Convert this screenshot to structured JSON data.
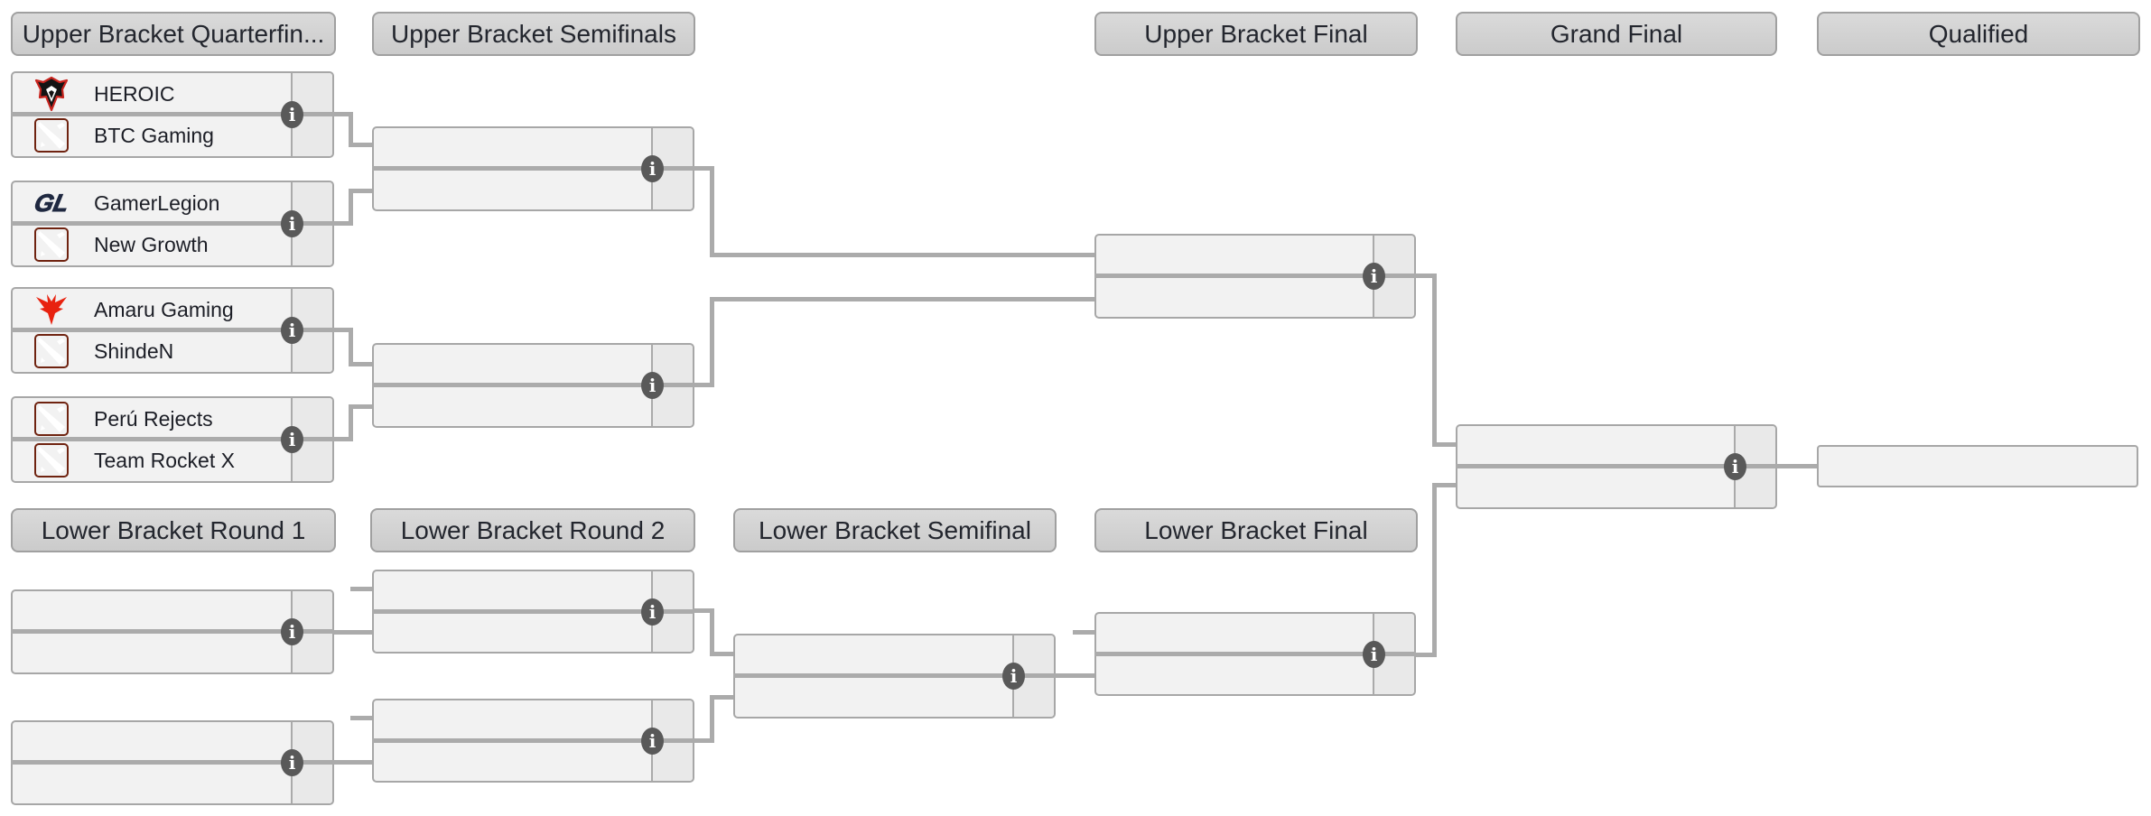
{
  "headers": {
    "ub_quarterfinals": "Upper Bracket Quarterfin...",
    "ub_semifinals": "Upper Bracket Semifinals",
    "ub_final": "Upper Bracket Final",
    "grand_final": "Grand Final",
    "qualified": "Qualified",
    "lb_round1": "Lower Bracket Round 1",
    "lb_round2": "Lower Bracket Round 2",
    "lb_semifinal": "Lower Bracket Semifinal",
    "lb_final": "Lower Bracket Final"
  },
  "matches": {
    "ub_qf1": {
      "teams": [
        {
          "name": "HEROIC",
          "icon": "heroic-logo"
        },
        {
          "name": "BTC Gaming",
          "icon": "dota2-logo"
        }
      ]
    },
    "ub_qf2": {
      "teams": [
        {
          "name": "GamerLegion",
          "icon": "gamerlegion-logo"
        },
        {
          "name": "New Growth",
          "icon": "dota2-logo"
        }
      ]
    },
    "ub_qf3": {
      "teams": [
        {
          "name": "Amaru Gaming",
          "icon": "amaru-logo"
        },
        {
          "name": "ShindeN",
          "icon": "dota2-logo"
        }
      ]
    },
    "ub_qf4": {
      "teams": [
        {
          "name": "Perú Rejects",
          "icon": "dota2-logo"
        },
        {
          "name": "Team Rocket X",
          "icon": "dota2-logo"
        }
      ]
    },
    "ub_sf1": {
      "teams": [
        {
          "name": "",
          "icon": ""
        },
        {
          "name": "",
          "icon": ""
        }
      ]
    },
    "ub_sf2": {
      "teams": [
        {
          "name": "",
          "icon": ""
        },
        {
          "name": "",
          "icon": ""
        }
      ]
    },
    "ub_final": {
      "teams": [
        {
          "name": "",
          "icon": ""
        },
        {
          "name": "",
          "icon": ""
        }
      ]
    },
    "grand_final": {
      "teams": [
        {
          "name": "",
          "icon": ""
        },
        {
          "name": "",
          "icon": ""
        }
      ]
    },
    "lb_r1m1": {
      "teams": [
        {
          "name": "",
          "icon": ""
        },
        {
          "name": "",
          "icon": ""
        }
      ]
    },
    "lb_r1m2": {
      "teams": [
        {
          "name": "",
          "icon": ""
        },
        {
          "name": "",
          "icon": ""
        }
      ]
    },
    "lb_r2m1": {
      "teams": [
        {
          "name": "",
          "icon": ""
        },
        {
          "name": "",
          "icon": ""
        }
      ]
    },
    "lb_r2m2": {
      "teams": [
        {
          "name": "",
          "icon": ""
        },
        {
          "name": "",
          "icon": ""
        }
      ]
    },
    "lb_sf": {
      "teams": [
        {
          "name": "",
          "icon": ""
        },
        {
          "name": "",
          "icon": ""
        }
      ]
    },
    "lb_final": {
      "teams": [
        {
          "name": "",
          "icon": ""
        },
        {
          "name": "",
          "icon": ""
        }
      ]
    },
    "qualified_slot": {
      "name": ""
    }
  },
  "info_icon": {
    "glyph": "i"
  },
  "colors": {
    "connector": "#ababab",
    "row_bg": "#f2f2f2",
    "score_bg": "#e9e9e9",
    "header_bg": "#d2d2d2",
    "border": "#a7a7a7",
    "info_bg": "#595959",
    "text": "#1c1e26",
    "dota_red": "#9a2d12",
    "amaru_red": "#e8220f",
    "heroic_red": "#c9251f",
    "gl_navy": "#1f2840"
  }
}
